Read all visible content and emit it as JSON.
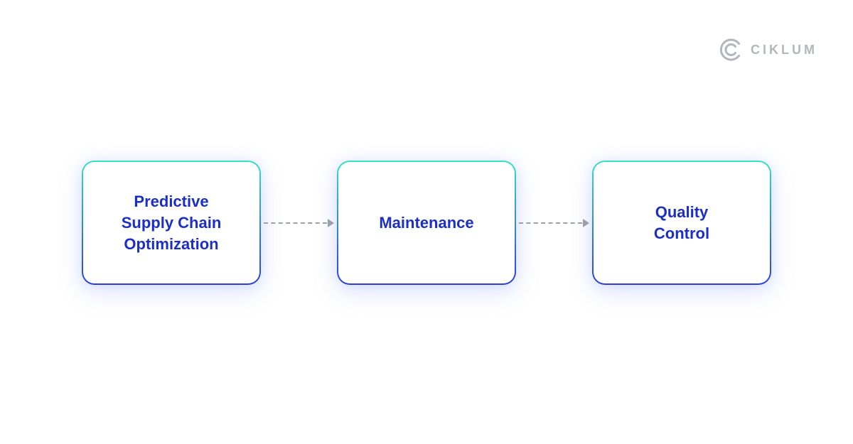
{
  "brand": {
    "name": "CIKLUM"
  },
  "diagram": {
    "type": "flow",
    "direction": "left-to-right",
    "nodes": [
      {
        "id": "node-1",
        "label": "Predictive\nSupply Chain\nOptimization"
      },
      {
        "id": "node-2",
        "label": "Maintenance"
      },
      {
        "id": "node-3",
        "label": "Quality\nControl"
      }
    ],
    "edges": [
      {
        "from": "node-1",
        "to": "node-2",
        "style": "dashed-arrow"
      },
      {
        "from": "node-2",
        "to": "node-3",
        "style": "dashed-arrow"
      }
    ]
  },
  "colors": {
    "accent_teal": "#35e0c8",
    "accent_blue": "#2b3fd6",
    "text_blue": "#1b2ec6",
    "arrow_gray": "#9aa0a6",
    "logo_gray": "#b3b6bc",
    "background": "#ffffff"
  }
}
